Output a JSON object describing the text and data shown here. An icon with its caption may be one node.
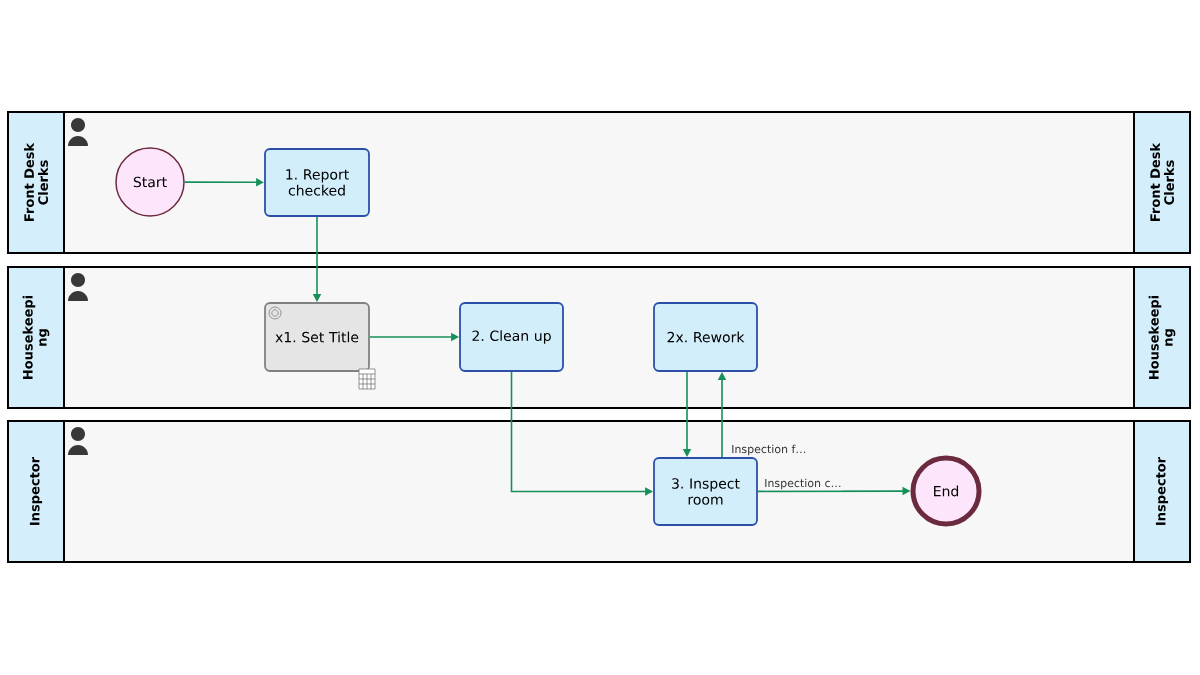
{
  "diagram": {
    "nodes": [
      {
        "text": [
          "Front Desk Clerks",
          "Front Desk Clerks"
        ]
      },
      {
        "text": [
          "Housekeepi ng",
          "Housekeepi ng"
        ]
      },
      {
        "text": [
          "Inspector",
          "Inspector"
        ]
      },
      {
        "text": [
          "Start"
        ],
        "in": 0
      },
      {
        "text": [
          "1. Report checked"
        ],
        "in": 0
      },
      {
        "text": [
          "x1. Set Title"
        ],
        "in": 1
      },
      {
        "text": [
          "2. Clean up"
        ],
        "in": 1
      },
      {
        "text": [
          "2x. Rework"
        ],
        "in": 1
      },
      {
        "text": [
          "3. Inspect room"
        ],
        "in": 2
      },
      {
        "text": [
          "End"
        ],
        "in": 2
      }
    ],
    "edges": [
      {
        "from": 3,
        "to": 4,
        "arrow": "to"
      },
      {
        "from": 4,
        "to": 5,
        "arrow": "to"
      },
      {
        "from": 5,
        "to": 6,
        "arrow": "to"
      },
      {
        "from": 6,
        "to": 8,
        "arrow": "to"
      },
      {
        "from": 7,
        "to": 8,
        "arrow": "to"
      },
      {
        "from": 8,
        "to": 7,
        "arrow": "to",
        "label": "Inspection f…"
      },
      {
        "from": 8,
        "to": 9,
        "arrow": "to",
        "label": "Inspection c…"
      }
    ]
  }
}
